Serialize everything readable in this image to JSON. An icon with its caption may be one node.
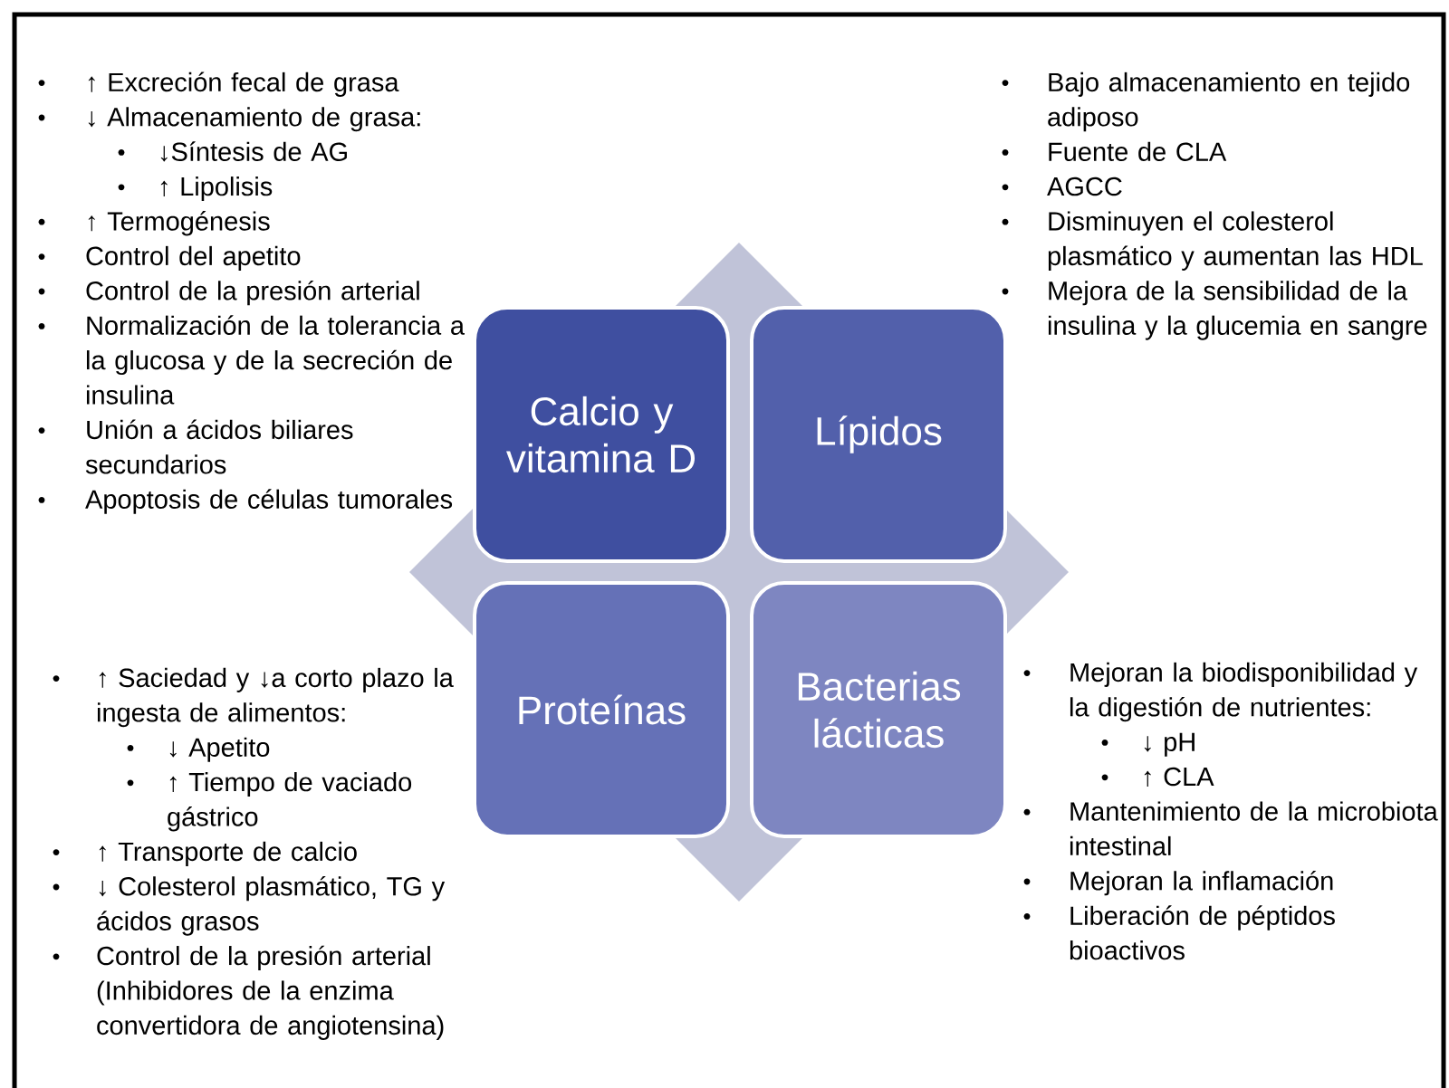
{
  "diagram": {
    "nodes": [
      {
        "text": [
          "Calcio y vitamina D"
        ]
      },
      {
        "text": [
          "Lípidos"
        ]
      },
      {
        "text": [
          "Proteínas"
        ]
      },
      {
        "text": [
          "Bacterias lácticas"
        ]
      }
    ],
    "labels": [
      "↑ Excreción fecal de grasa",
      "↓ Almacenamiento de grasa:",
      "↓Síntesis de AG",
      "↑ Lipolisis",
      "↑ Termogénesis",
      "Control del apetito",
      "Control de la presión arterial",
      "Normalización de la tolerancia a la glucosa y de la secreción de insulina",
      "Unión a ácidos biliares secundarios",
      "Apoptosis de células tumorales",
      "Bajo almacenamiento en tejido adiposo",
      "Fuente de CLA",
      "AGCC",
      "Disminuyen el colesterol plasmático y aumentan las HDL",
      "Mejora de la sensibilidad de la insulina y la glucemia en sangre",
      "↑ Saciedad y ↓a corto plazo la ingesta de alimentos:",
      "↓ Apetito",
      "↑ Tiempo de vaciado gástrico",
      "↑ Transporte de calcio",
      "↓ Colesterol plasmático, TG y ácidos grasos",
      "Control de la presión arterial (Inhibidores de la enzima convertidora de angiotensina)",
      "Mejoran la biodisponibilidad y la digestión de nutrientes:",
      "↓ pH",
      "↑ CLA",
      "Mantenimiento de la microbiota intestinal",
      "Mejoran la inflamación",
      "Liberación de péptidos bioactivos"
    ]
  }
}
